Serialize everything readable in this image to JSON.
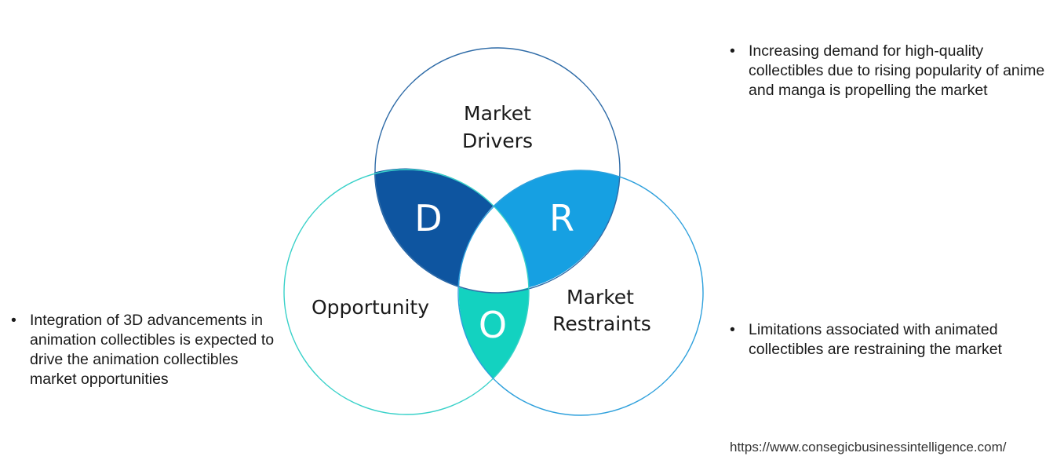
{
  "diagram": {
    "circles": {
      "drivers": {
        "label_lines": [
          "Market",
          "Drivers"
        ],
        "stroke": "#2e6ba7"
      },
      "opportunity": {
        "label_lines": [
          "Opportunity"
        ],
        "stroke": "#39d1c9"
      },
      "restraints": {
        "label_lines": [
          "Market",
          "Restraints"
        ],
        "stroke": "#2ea0dc"
      }
    },
    "intersections": {
      "d": {
        "letter": "D",
        "fill": "#0e55a0"
      },
      "r": {
        "letter": "R",
        "fill": "#16a0e2"
      },
      "o": {
        "letter": "O",
        "fill": "#13d2c0"
      }
    }
  },
  "notes": {
    "bullet": "•",
    "drivers": "Increasing demand for high-quality collectibles due to rising popularity of anime and manga is propelling the market",
    "restraints": "Limitations associated with animated collectibles are restraining the market",
    "opportunity": "Integration of 3D advancements in animation collectibles is expected to drive the animation collectibles market opportunities"
  },
  "source_url": "https://www.consegicbusinessintelligence.com/"
}
